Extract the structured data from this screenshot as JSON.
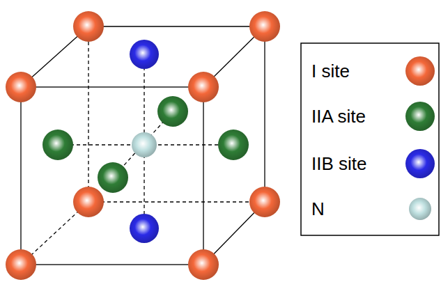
{
  "diagram": {
    "legend": [
      {
        "text": "I site",
        "color": "#f4683a"
      },
      {
        "text": "IIA site",
        "color": "#2f7d36"
      },
      {
        "text": "IIB site",
        "color": "#2b2be6"
      },
      {
        "text": "N",
        "color": "#bfe0e0"
      }
    ]
  }
}
